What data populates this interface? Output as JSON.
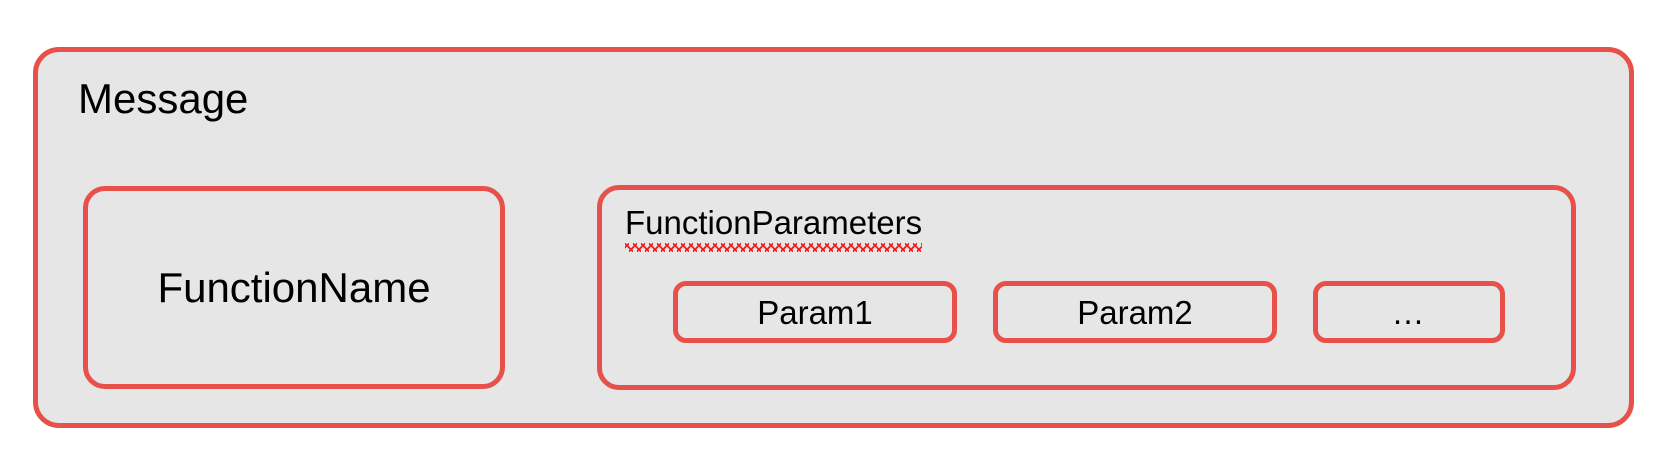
{
  "diagram": {
    "type": "nested-box-diagram",
    "background_color": "#ffffff",
    "box_fill_color": "#e6e6e6",
    "box_border_color": "#e8504a",
    "text_color": "#000000",
    "spellcheck_underline_color": "#ee2222",
    "message": {
      "label": "Message",
      "children": {
        "function_name": {
          "label": "FunctionName"
        },
        "function_parameters": {
          "label": "FunctionParameters",
          "has_spellcheck_underline": true,
          "params": [
            {
              "label": "Param1"
            },
            {
              "label": "Param2"
            },
            {
              "label": "…"
            }
          ]
        }
      }
    }
  }
}
